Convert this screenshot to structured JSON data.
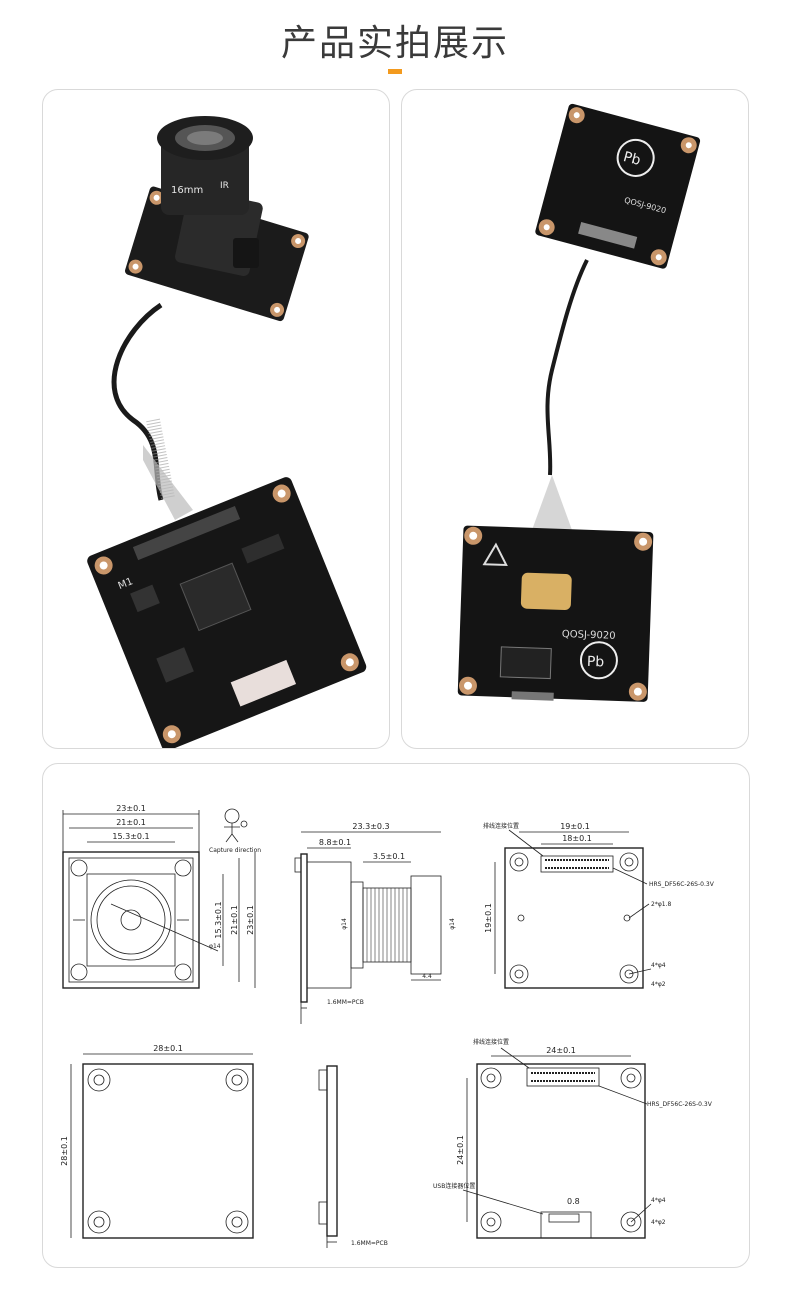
{
  "header": {
    "title": "产品实拍展示",
    "accent_color": "#f39a1e"
  },
  "photo_left": {
    "lens_text": "16mm",
    "lens_ir": "IR",
    "board_marking": "M1"
  },
  "photo_right": {
    "pb_symbol": "Pb",
    "board_model": "QOSJ-9020",
    "top_marking": "QOSJ-9020"
  },
  "drawing_top": {
    "capture_direction": "Capture direction",
    "front_width_outer": "23±0.1",
    "front_width_mid": "21±0.1",
    "front_width_inner": "15.3±0.1",
    "front_height_inner": "15.3±0.1",
    "front_height_mid": "21±0.1",
    "front_height_outer": "23±0.1",
    "lens_dia": "φ14",
    "side_total": "23.3±0.3",
    "side_holder": "8.8±0.1",
    "side_thread": "3.5±0.1",
    "side_dia_left": "φ14",
    "side_dia_right": "φ14",
    "side_tip": "4.4",
    "side_pcb": "1.6MM=PCB",
    "back_w1": "19±0.1",
    "back_w2": "18±0.1",
    "back_conn_label": "排线连接位置",
    "back_connector": "HRS_DF56C-26S-0.3V",
    "back_height": "19±0.1",
    "back_hole_small": "2*φ1.8",
    "back_hole_a": "4*φ4",
    "back_hole_b": "4*φ2"
  },
  "drawing_bottom": {
    "front_width": "28±0.1",
    "front_height": "28±0.1",
    "side_pcb": "1.6MM=PCB",
    "back_conn_label": "排线连接位置",
    "back_width": "24±0.1",
    "back_connector": "HRS_DF56C-26S-0.3V",
    "back_height": "24±0.1",
    "usb_label": "USB连接器位置",
    "usb_pitch": "0.8",
    "back_hole_a": "4*φ4",
    "back_hole_b": "4*φ2"
  }
}
